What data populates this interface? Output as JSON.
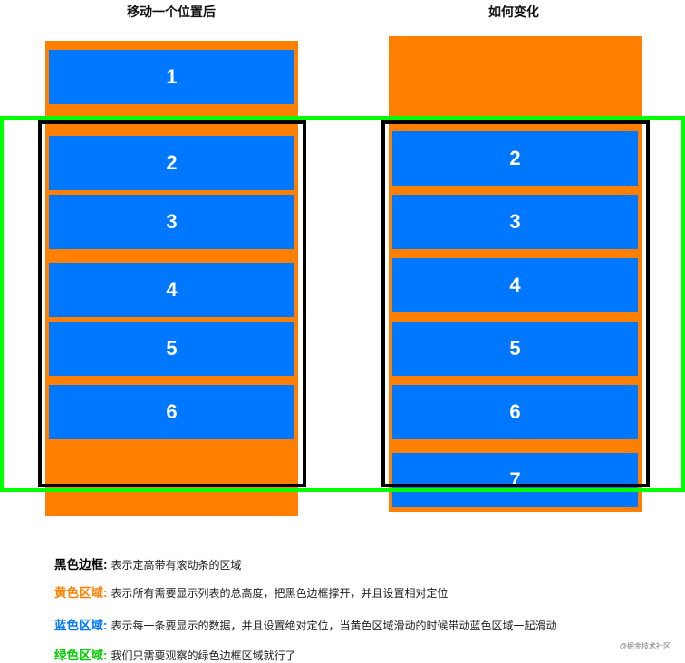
{
  "left_panel": {
    "title": "移动一个位置后",
    "items": [
      "1",
      "2",
      "3",
      "4",
      "5",
      "6"
    ]
  },
  "right_panel": {
    "title": "如何变化",
    "items": [
      "2",
      "3",
      "4",
      "5",
      "6",
      "7"
    ]
  },
  "legend": [
    {
      "term": "黑色边框:",
      "color": "#000000",
      "desc": "表示定高带有滚动条的区域"
    },
    {
      "term": "黄色区域:",
      "color": "#ff8000",
      "desc": "表示所有需要显示列表的总高度，把黑色边框撑开，并且设置相对定位"
    },
    {
      "term": "蓝色区域:",
      "color": "#0077ff",
      "desc": "表示每一条要显示的数据，并且设置绝对定位，当黄色区域滑动的时候带动蓝色区域一起滑动"
    },
    {
      "term": "绿色区域:",
      "color": "#00ff00",
      "desc": "我们只需要观察的绿色边框区域就行了"
    }
  ],
  "watermark": "@掘金技术社区",
  "colors": {
    "orange": "#ff8000",
    "blue": "#0077ff",
    "black": "#000000",
    "green": "#00ff00"
  }
}
